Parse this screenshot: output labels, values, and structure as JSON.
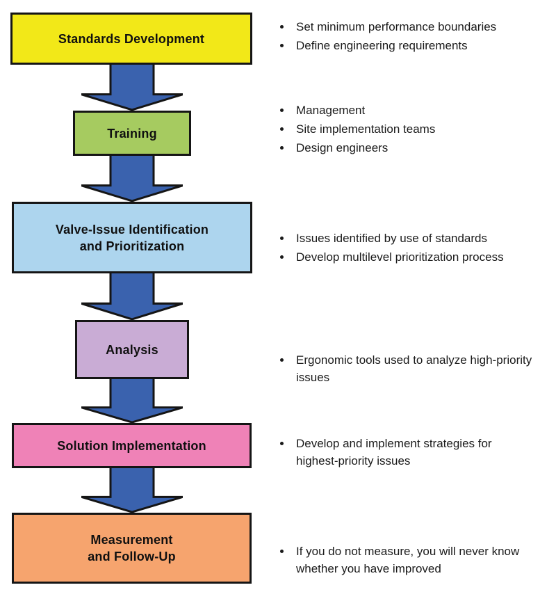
{
  "colors": {
    "arrow_fill": "#3A62AE",
    "box_border": "#151515",
    "step_fills": [
      "#F2E818",
      "#A6CB60",
      "#ADD5EE",
      "#C9ACD5",
      "#EF82B7",
      "#F6A46E"
    ]
  },
  "steps": [
    {
      "label": "Standards Development",
      "fill": "#F2E818"
    },
    {
      "label": "Training",
      "fill": "#A6CB60"
    },
    {
      "label": "Valve-Issue Identification\nand Prioritization",
      "fill": "#ADD5EE"
    },
    {
      "label": "Analysis",
      "fill": "#C9ACD5"
    },
    {
      "label": "Solution Implementation",
      "fill": "#EF82B7"
    },
    {
      "label": "Measurement\nand Follow-Up",
      "fill": "#F6A46E"
    }
  ],
  "notes": [
    {
      "items": [
        "Set minimum performance boundaries",
        "Define engineering requirements"
      ]
    },
    {
      "items": [
        "Management",
        "Site implementation teams",
        "Design engineers"
      ]
    },
    {
      "items": [
        "Issues identified by use of standards",
        "Develop multilevel prioritization process"
      ]
    },
    {
      "items": [
        "Ergonomic tools used to analyze high-priority issues"
      ]
    },
    {
      "items": [
        "Develop and implement strategies for highest-priority issues"
      ]
    },
    {
      "items": [
        "If you do not measure, you will never know whether you have improved"
      ]
    }
  ]
}
